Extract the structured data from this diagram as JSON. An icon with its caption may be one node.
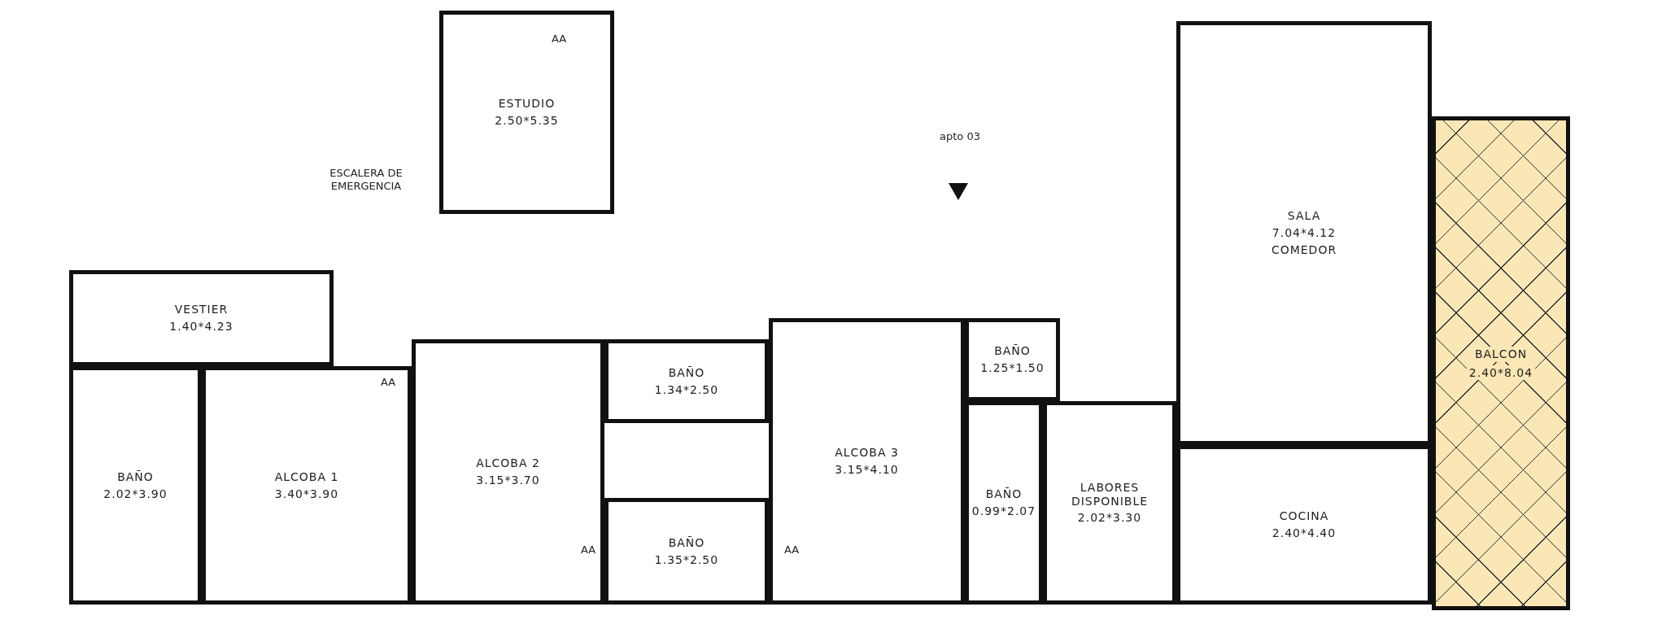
{
  "diagram": {
    "nodes": [
      {
        "text": [
          "ESTUDIO",
          "2.50*5.35"
        ]
      },
      {
        "text": [
          "VESTIER",
          "1.40*4.23"
        ]
      },
      {
        "text": [
          "BAÑO",
          "2.02*3.90"
        ]
      },
      {
        "text": [
          "ALCOBA 1",
          "3.40*3.90"
        ]
      },
      {
        "text": [
          "ALCOBA 2",
          "3.15*3.70"
        ]
      },
      {
        "text": [
          "BAÑO",
          "1.34*2.50"
        ]
      },
      {
        "text": [
          "BAÑO",
          "1.35*2.50"
        ]
      },
      {
        "text": [
          "ALCOBA 3",
          "3.15*4.10"
        ]
      },
      {
        "text": [
          "BAÑO",
          "1.25*1.50"
        ]
      },
      {
        "text": [
          "SALA",
          "7.04*4.12",
          "COMEDOR"
        ]
      },
      {
        "text": [
          "BAÑO",
          "0.99*2.07"
        ]
      },
      {
        "text": [
          "LABORES DISPONIBLE",
          "2.02*3.30"
        ]
      },
      {
        "text": [
          "COCINA",
          "2.40*4.40"
        ]
      },
      {
        "text": [
          "BALCON",
          "2.40*8.04"
        ]
      }
    ],
    "labels": [
      "AA",
      "apto 03",
      "ESCALERA DE EMERGENCIA",
      "AA",
      "AA",
      "AA"
    ]
  }
}
